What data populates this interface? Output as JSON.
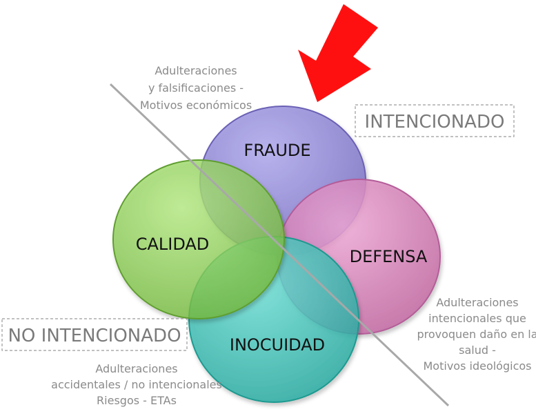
{
  "circles": {
    "fraude": {
      "label": "FRAUDE",
      "color": "#8f87cf"
    },
    "calidad": {
      "label": "CALIDAD",
      "color": "#8fd052"
    },
    "defensa": {
      "label": "DEFENSA",
      "color": "#d57fb7"
    },
    "inocuidad": {
      "label": "INOCUIDAD",
      "color": "#3ec0b6"
    }
  },
  "boxes": {
    "intencionado": "INTENCIONADO",
    "no_intencionado": "NO INTENCIONADO"
  },
  "notes": {
    "top": [
      "Adulteraciones",
      "y falsificaciones -",
      "Motivos económicos"
    ],
    "right": [
      "Adulteraciones",
      "intencionales que",
      "provoquen daño en la",
      "salud -",
      "Motivos ideológicos"
    ],
    "bottom": [
      "Adulteraciones",
      "accidentales / no intencionales",
      "Riesgos - ETAs"
    ]
  },
  "colors": {
    "arrow": "#ff1010",
    "divider": "#a8a8a8"
  }
}
